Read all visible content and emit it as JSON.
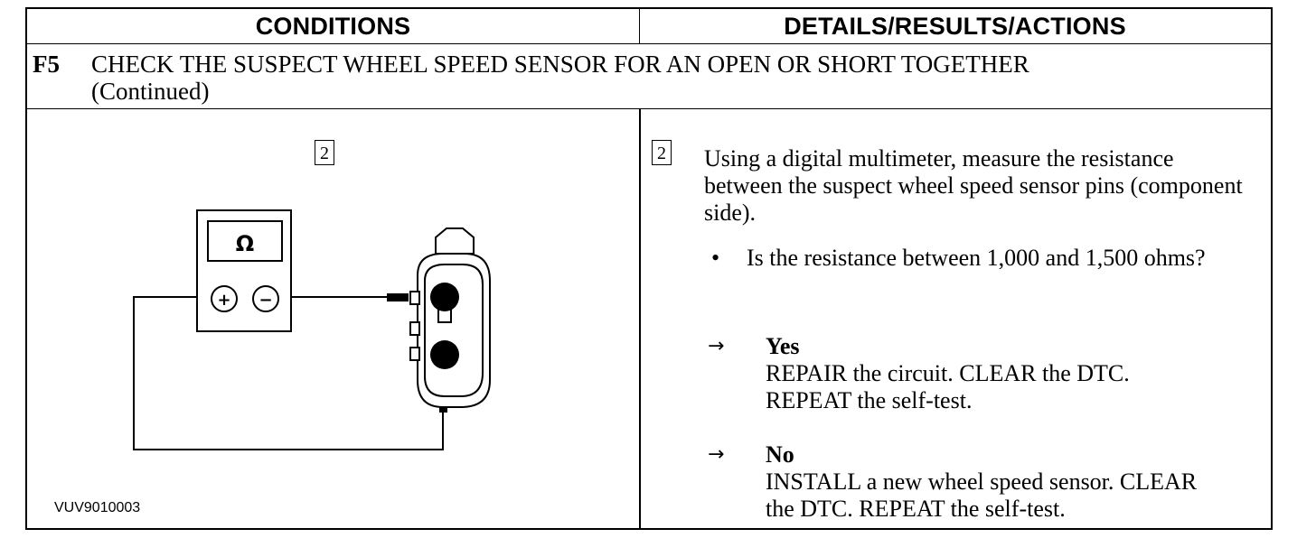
{
  "header": {
    "left": "CONDITIONS",
    "right": "DETAILS/RESULTS/ACTIONS"
  },
  "step": {
    "id": "F5",
    "title_line1": "CHECK THE SUSPECT WHEEL SPEED SENSOR FOR AN OPEN OR SHORT TOGETHER",
    "title_line2": "(Continued)"
  },
  "conditions": {
    "substep": "2",
    "meter_symbol": "Ω",
    "plus": "+",
    "minus": "−",
    "figure_id": "VUV9010003"
  },
  "details": {
    "substep": "2",
    "instruction": "Using a digital multimeter, measure the resistance between the suspect wheel speed sensor pins (component side).",
    "bullet": "•",
    "question": "Is the resistance between 1,000 and 1,500 ohms?",
    "arrow": "→",
    "yes": {
      "label": "Yes",
      "action": "REPAIR the circuit. CLEAR the DTC. REPEAT the self-test."
    },
    "no": {
      "label": "No",
      "action": "INSTALL a new wheel speed sensor. CLEAR the DTC. REPEAT the self-test."
    }
  }
}
